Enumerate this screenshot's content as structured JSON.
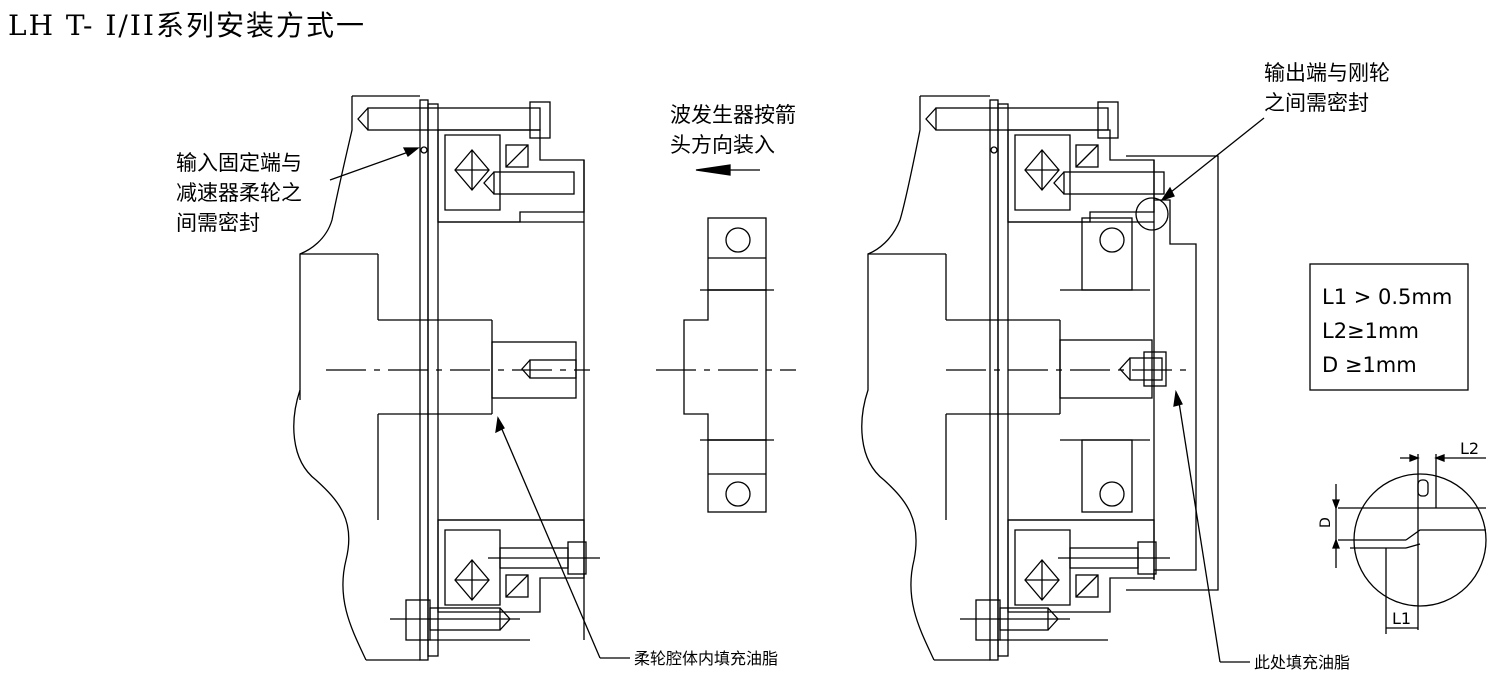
{
  "title": "LH T- I/II系列安装方式一",
  "labels": {
    "input_seal": [
      "输入固定端与",
      "减速器柔轮之",
      "间需密封"
    ],
    "insert_dir": [
      "波发生器按箭",
      "头方向装入"
    ],
    "output_seal": [
      "输出端与刚轮",
      "之间需密封"
    ],
    "grease_left": "柔轮腔体内填充油脂",
    "grease_right": "此处填充油脂"
  },
  "specs": [
    "L1 > 0.5mm",
    "L2≥1mm",
    "D  ≥1mm"
  ],
  "detail": {
    "l1": "L1",
    "l2": "L2",
    "d": "D"
  }
}
